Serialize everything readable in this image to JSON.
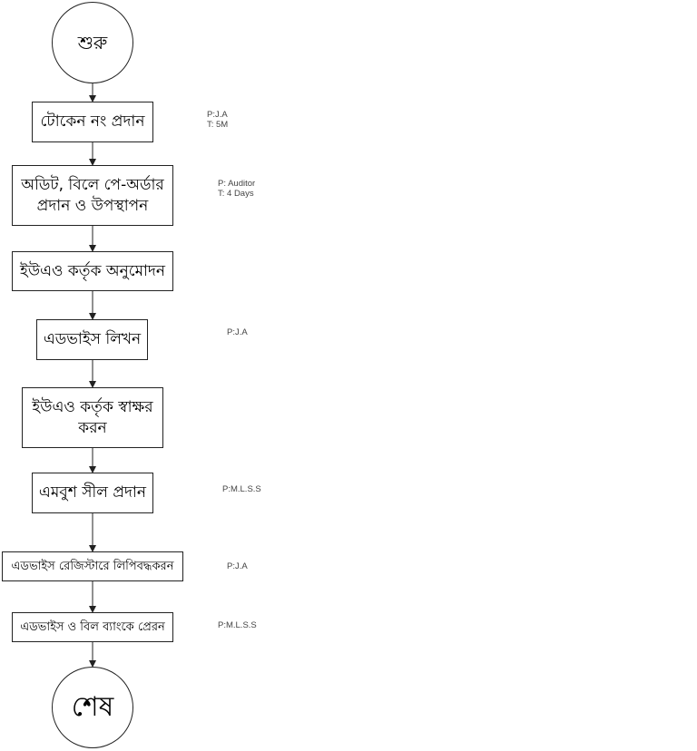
{
  "diagram": {
    "type": "flowchart",
    "nodes": [
      {
        "id": "start",
        "shape": "circle",
        "label": "শুরু"
      },
      {
        "id": "n1",
        "shape": "rect",
        "label": "টোকেন নং প্রদান",
        "note_lines": [
          "P:J.A",
          "T: 5M"
        ]
      },
      {
        "id": "n2",
        "shape": "rect",
        "label": "অডিট, বিলে পে-অর্ডার প্রদান ও উপস্থাপন",
        "note_lines": [
          "P: Auditor",
          "T: 4 Days"
        ]
      },
      {
        "id": "n3",
        "shape": "rect",
        "label": "ইউএও কর্তৃক অনুমোদন"
      },
      {
        "id": "n4",
        "shape": "rect",
        "label": "এডভাইস লিখন",
        "note_lines": [
          "P:J.A"
        ]
      },
      {
        "id": "n5",
        "shape": "rect",
        "label": "ইউএও কর্তৃক স্বাক্ষর করন"
      },
      {
        "id": "n6",
        "shape": "rect",
        "label": "এমবুশ সীল প্রদান",
        "note_lines": [
          "P:M.L.S.S"
        ]
      },
      {
        "id": "n7",
        "shape": "rect",
        "label": "এডভাইস রেজিস্টারে লিপিবদ্ধকরন",
        "note_lines": [
          "P:J.A"
        ]
      },
      {
        "id": "n8",
        "shape": "rect",
        "label": "এডভাইস ও বিল ব্যাংকে প্রেরন",
        "note_lines": [
          "P:M.L.S.S"
        ]
      },
      {
        "id": "end",
        "shape": "circle",
        "label": "শেষ"
      }
    ],
    "edges": [
      [
        "start",
        "n1"
      ],
      [
        "n1",
        "n2"
      ],
      [
        "n2",
        "n3"
      ],
      [
        "n3",
        "n4"
      ],
      [
        "n4",
        "n5"
      ],
      [
        "n5",
        "n6"
      ],
      [
        "n6",
        "n7"
      ],
      [
        "n7",
        "n8"
      ],
      [
        "n8",
        "end"
      ]
    ],
    "notes": {
      "n1": "P:J.A\nT: 5M",
      "n2": "P: Auditor\nT: 4 Days",
      "n4": "P:J.A",
      "n6": "P:M.L.S.S",
      "n7": "P:J.A",
      "n8": "P:M.L.S.S"
    }
  }
}
